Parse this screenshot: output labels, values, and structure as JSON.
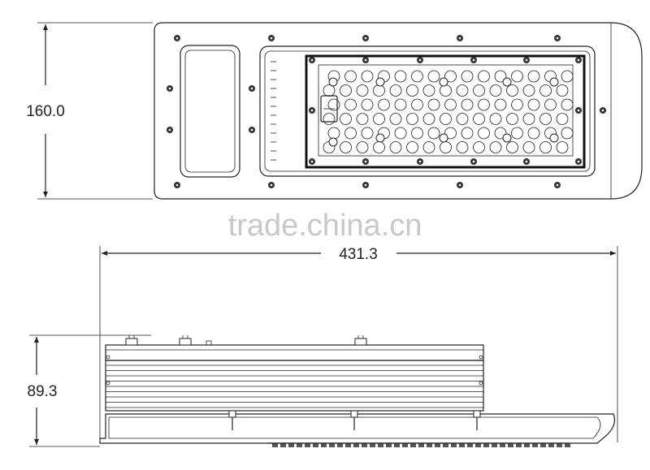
{
  "dimensions": {
    "height_top": "160.0",
    "length": "431.3",
    "height_side": "89.3"
  },
  "watermark": "trade.china.cn",
  "led_grid": {
    "rows": 6,
    "cols": 15
  },
  "colors": {
    "line": "#222222",
    "watermark": "#c8c8c8",
    "background": "#ffffff"
  }
}
